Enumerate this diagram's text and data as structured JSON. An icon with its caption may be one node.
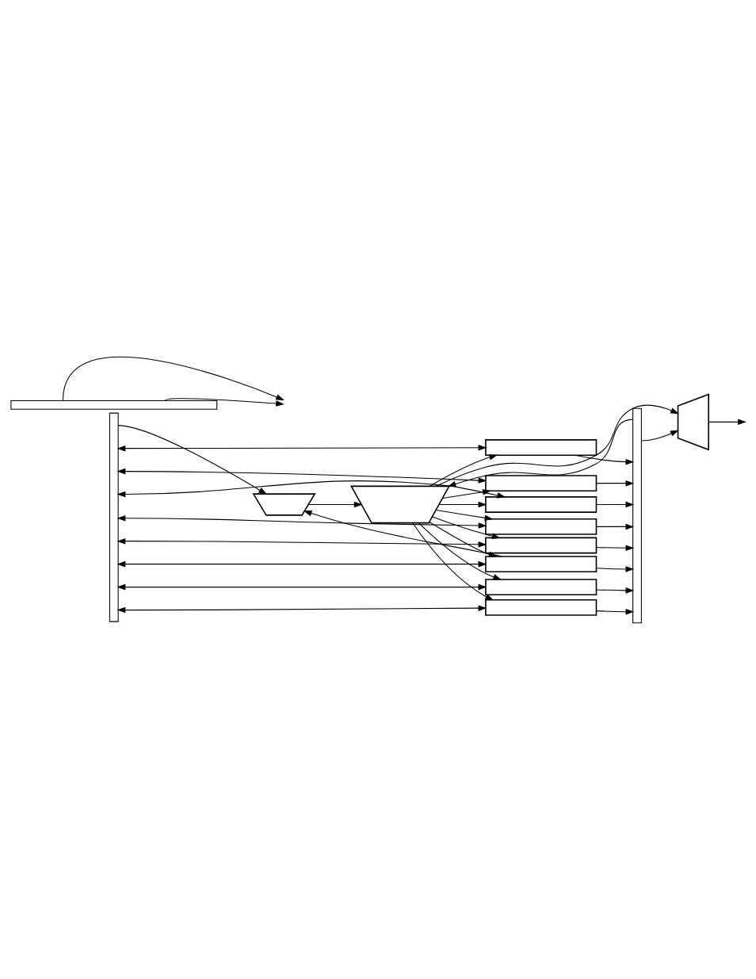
{
  "diagram": {
    "nodes": [
      {
        "text": [],
        "shape": "bar"
      },
      {
        "text": [],
        "shape": "trapezoid"
      },
      {
        "text": [],
        "shape": "bar"
      },
      {
        "text": [],
        "shape": "trapezoid"
      },
      {
        "text": [],
        "shape": "trapezoid"
      },
      {
        "text": [],
        "shape": "box"
      },
      {
        "text": [],
        "shape": "box"
      },
      {
        "text": [],
        "shape": "box"
      },
      {
        "text": [],
        "shape": "box"
      },
      {
        "text": [],
        "shape": "box"
      },
      {
        "text": [],
        "shape": "box"
      },
      {
        "text": [],
        "shape": "box"
      },
      {
        "text": [],
        "shape": "box"
      },
      {
        "text": [],
        "shape": "bar"
      }
    ],
    "edges": [
      {
        "from": 0,
        "to": 1,
        "arrow": "to"
      },
      {
        "from": 10,
        "to": 1,
        "arrow": "to"
      },
      {
        "from": 1,
        "to": 3,
        "arrow": "to"
      },
      {
        "from": 2,
        "to": 3,
        "arrow": "to"
      },
      {
        "from": 3,
        "to": 4,
        "arrow": "to"
      },
      {
        "from": 2,
        "to": 4,
        "arrow": "to"
      },
      {
        "from": 4,
        "to": null,
        "arrow": "to"
      },
      {
        "from": 0,
        "to": 5,
        "arrow": "both"
      },
      {
        "from": 0,
        "to": 6,
        "arrow": "both"
      },
      {
        "from": 0,
        "to": 7,
        "arrow": "both"
      },
      {
        "from": 0,
        "to": 8,
        "arrow": "both"
      },
      {
        "from": 0,
        "to": 9,
        "arrow": "both"
      },
      {
        "from": 0,
        "to": 10,
        "arrow": "both"
      },
      {
        "from": 0,
        "to": 11,
        "arrow": "both"
      },
      {
        "from": 0,
        "to": 12,
        "arrow": "both"
      },
      {
        "from": 3,
        "to": 5,
        "arrow": "to"
      },
      {
        "from": 3,
        "to": 6,
        "arrow": "to"
      },
      {
        "from": 3,
        "to": 7,
        "arrow": "to"
      },
      {
        "from": 3,
        "to": 8,
        "arrow": "to"
      },
      {
        "from": 3,
        "to": 9,
        "arrow": "to"
      },
      {
        "from": 3,
        "to": 10,
        "arrow": "to"
      },
      {
        "from": 3,
        "to": 11,
        "arrow": "to"
      },
      {
        "from": 3,
        "to": 12,
        "arrow": "to"
      },
      {
        "from": 5,
        "to": 2,
        "arrow": "to"
      },
      {
        "from": 6,
        "to": 2,
        "arrow": "to"
      },
      {
        "from": 7,
        "to": 2,
        "arrow": "to"
      },
      {
        "from": 8,
        "to": 2,
        "arrow": "to"
      },
      {
        "from": 9,
        "to": 2,
        "arrow": "to"
      },
      {
        "from": 10,
        "to": 2,
        "arrow": "to"
      },
      {
        "from": 11,
        "to": 2,
        "arrow": "to"
      },
      {
        "from": 12,
        "to": 2,
        "arrow": "to"
      },
      {
        "from": 13,
        "to": null,
        "arrow": "to"
      },
      {
        "from": 13,
        "to": null,
        "arrow": "to"
      }
    ]
  }
}
